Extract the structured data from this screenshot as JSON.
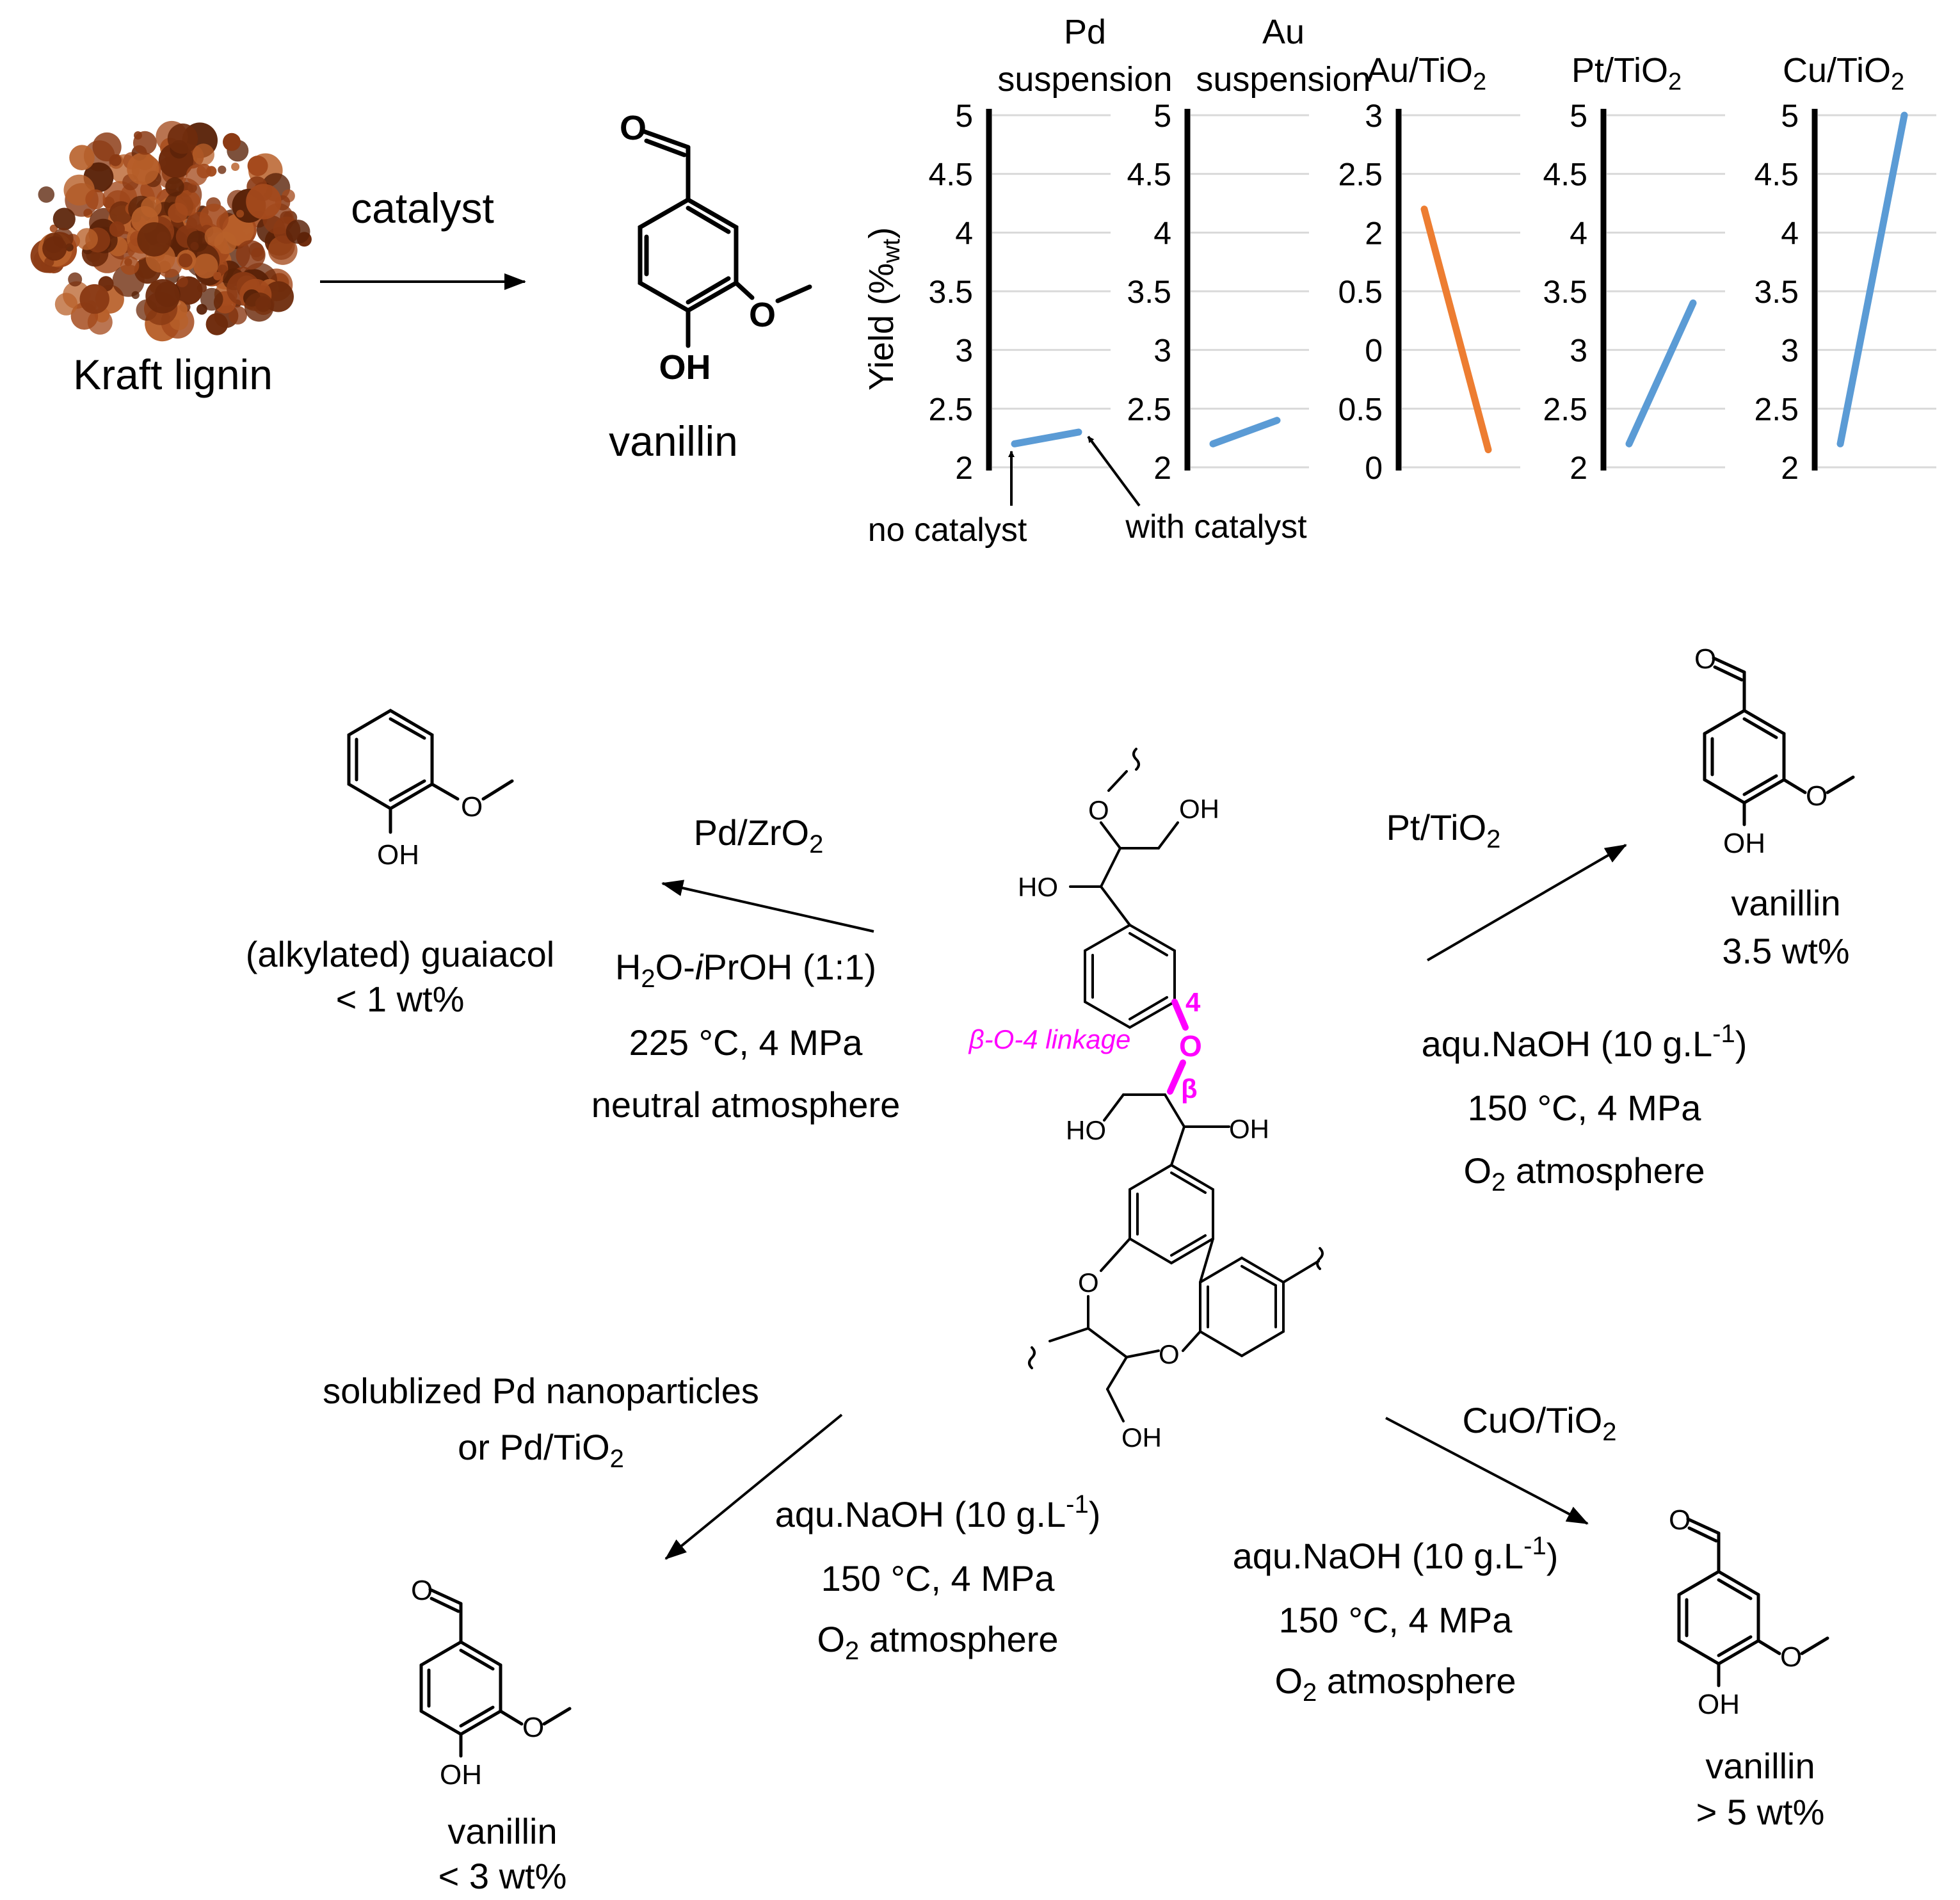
{
  "colors": {
    "pink": "#ff00ff",
    "series_blue": "#5b9bd5",
    "series_orange": "#ed7d31",
    "powder": "#8b3a14",
    "grid": "#d9d9d9"
  },
  "header": {
    "lignin_label": "Kraft lignin",
    "catalyst_label": "catalyst",
    "vanillin_label": "vanillin",
    "aldehyde_O": "O",
    "methoxy_O": "O",
    "OH": "OH"
  },
  "chart_data": {
    "type": "line",
    "ylabel": "Yield (%",
    "ylabel_sub": "wt",
    "ylabel_end": ")",
    "annotations": [
      "no catalyst",
      "with catalyst"
    ],
    "panels": [
      {
        "title": [
          "Pd",
          "suspension"
        ],
        "ticks": [
          "5",
          "4.5",
          "4",
          "3.5",
          "3",
          "2.5",
          "2"
        ],
        "ylim": [
          2,
          5
        ],
        "color": "#5b9bd5",
        "x": [
          "no catalyst",
          "with catalyst"
        ],
        "values": [
          2.2,
          2.3
        ]
      },
      {
        "title": [
          "Au",
          "suspension"
        ],
        "ticks": [
          "5",
          "4.5",
          "4",
          "3.5",
          "3",
          "2.5",
          "2"
        ],
        "ylim": [
          2,
          5
        ],
        "color": "#5b9bd5",
        "x": [
          "no catalyst",
          "with catalyst"
        ],
        "values": [
          2.2,
          2.4
        ]
      },
      {
        "title": [
          "Au/TiO",
          "2"
        ],
        "ticks": [
          "3",
          "2.5",
          "2",
          "0.5",
          "0",
          "0.5",
          "0"
        ],
        "ylim": [
          0,
          3
        ],
        "color": "#ed7d31",
        "x": [
          "no catalyst",
          "with catalyst"
        ],
        "values": [
          2.2,
          0.15
        ]
      },
      {
        "title": [
          "Pt/TiO",
          "2"
        ],
        "ticks": [
          "5",
          "4.5",
          "4",
          "3.5",
          "3",
          "2.5",
          "2"
        ],
        "ylim": [
          2,
          5
        ],
        "color": "#5b9bd5",
        "x": [
          "no catalyst",
          "with catalyst"
        ],
        "values": [
          2.2,
          3.4
        ]
      },
      {
        "title": [
          "Cu/TiO",
          "2"
        ],
        "ticks": [
          "5",
          "4.5",
          "4",
          "3.5",
          "3",
          "2.5",
          "2"
        ],
        "ylim": [
          2,
          5
        ],
        "color": "#5b9bd5",
        "x": [
          "no catalyst",
          "with catalyst"
        ],
        "values": [
          2.2,
          5.0
        ]
      }
    ]
  },
  "center": {
    "O": "O",
    "OH": "OH",
    "HO": "HO",
    "pos4": "4",
    "beta": "β",
    "linkage_label": "β-O-4 linkage"
  },
  "routes": {
    "pd_zro2": {
      "catalyst": "Pd/ZrO",
      "catalyst_sub": "2",
      "solvent_a": "H",
      "solvent_a_sub": "2",
      "solvent_b": "O-",
      "solvent_i": "i",
      "solvent_c": "PrOH (1:1)",
      "cond1": "225 °C, 4 MPa",
      "cond2": "neutral atmosphere",
      "product": "(alkylated) guaiacol",
      "yield": "< 1 wt%"
    },
    "pt_tio2": {
      "catalyst": "Pt/TiO",
      "catalyst_sub": "2",
      "cond_a": "aqu.NaOH (10 g.L",
      "cond_sup": "-1",
      "cond_end": ")",
      "cond1": "150 °C, 4 MPa",
      "cond2_a": "O",
      "cond2_sub": "2",
      "cond2_b": " atmosphere",
      "product": "vanillin",
      "yield": "3.5 wt%"
    },
    "pd_np": {
      "catalyst1": "solublized Pd nanoparticles",
      "catalyst2": "or Pd/TiO",
      "catalyst2_sub": "2",
      "cond_a": "aqu.NaOH (10 g.L",
      "cond_sup": "-1",
      "cond_end": ")",
      "cond1": "150 °C, 4 MPa",
      "cond2_a": "O",
      "cond2_sub": "2",
      "cond2_b": " atmosphere",
      "product": "vanillin",
      "yield": "< 3 wt%"
    },
    "cuo_tio2": {
      "catalyst": "CuO/TiO",
      "catalyst_sub": "2",
      "cond_a": "aqu.NaOH (10 g.L",
      "cond_sup": "-1",
      "cond_end": ")",
      "cond1": "150 °C, 4 MPa",
      "cond2_a": "O",
      "cond2_sub": "2",
      "cond2_b": " atmosphere",
      "product": "vanillin",
      "yield": "> 5 wt%"
    }
  }
}
